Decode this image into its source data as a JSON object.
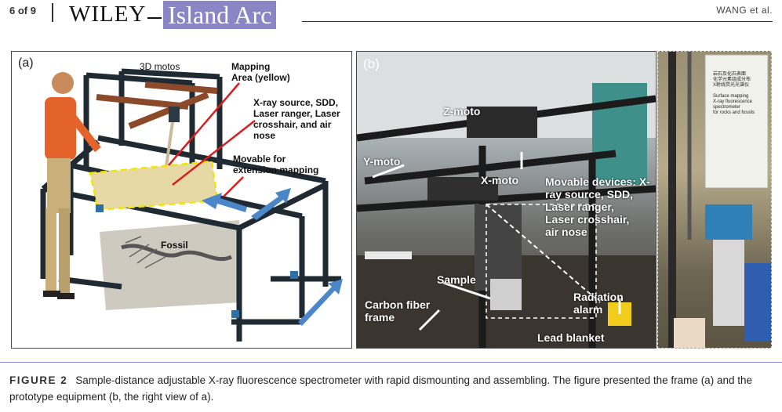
{
  "header": {
    "page_number": "6 of 9",
    "publisher": "WILEY",
    "journal": "Island Arc",
    "author": "WANG et al."
  },
  "panel_a": {
    "label": "(a)",
    "annotations": {
      "motos": "3D motos",
      "mapping_area": "Mapping\nArea (yellow)",
      "devices": "X-ray source, SDD,\nLaser ranger, Laser\ncrosshair, and air\nnose",
      "movable": "Movable for\nextension mapping",
      "fossil": "Fossil"
    }
  },
  "panel_b": {
    "label": "(b)",
    "annotations": {
      "z_moto": "Z-moto",
      "y_moto": "Y-moto",
      "x_moto": "X-moto",
      "movable_devices": "Movable devices: X-\nray source, SDD,\nLaser ranger,\nLaser crosshair,\nair nose",
      "sample": "Sample",
      "carbon_frame": "Carbon fiber\nframe",
      "radiation_alarm": "Radiation\nalarm",
      "lead_blanket": "Lead blanket"
    },
    "sign_text": "岩石及化石表面\n化学元素组成分布\nX射线荧光光谱仪\n\nSurface mapping\nX-ray fluorescence\nspectrometer\nfor rocks and fossils"
  },
  "caption": {
    "label": "FIGURE 2",
    "text": "Sample-distance adjustable X-ray fluorescence spectrometer with rapid dismounting and assembling. The figure presented the frame (a) and the prototype equipment (b, the right view of a)."
  },
  "colors": {
    "journal_bg": "#8a86c6",
    "frame": "#1f2a33",
    "wood": "#8b4a2a",
    "mapping_area": "#f2e600",
    "arrow_red": "#d81e1e",
    "arrow_blue": "#4a86c8"
  }
}
